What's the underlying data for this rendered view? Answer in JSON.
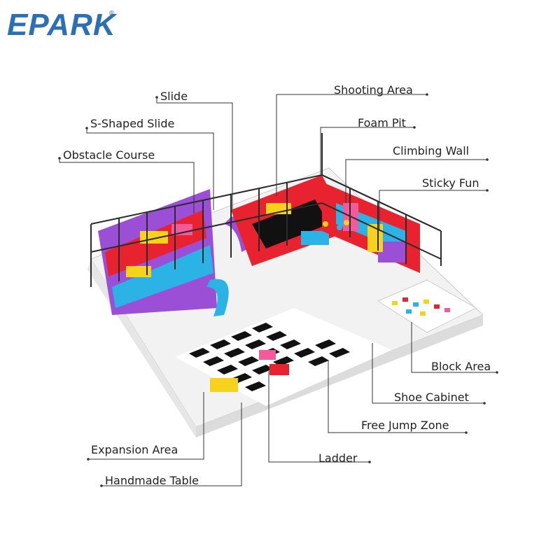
{
  "logo": {
    "text": "EPARK",
    "registered": "®",
    "color": "#2c6fb5"
  },
  "labels": {
    "slide": "Slide",
    "s_shaped_slide": "S-Shaped Slide",
    "obstacle_course": "Obstacle Course",
    "shooting_area": "Shooting Area",
    "foam_pit": "Foam Pit",
    "climbing_wall": "Climbing Wall",
    "sticky_fun": "Sticky Fun",
    "block_area": "Block Area",
    "shoe_cabinet": "Shoe Cabinet",
    "free_jump_zone": "Free Jump Zone",
    "expansion_area": "Expansion Area",
    "ladder": "Ladder",
    "handmade_table": "Handmade Table"
  },
  "colors": {
    "frame": "#2b2b2b",
    "red": "#e8232f",
    "purple": "#9b4fd6",
    "cyan": "#2bb3e6",
    "yellow": "#f7d21c",
    "pink": "#f25a9b",
    "white": "#ffffff"
  }
}
